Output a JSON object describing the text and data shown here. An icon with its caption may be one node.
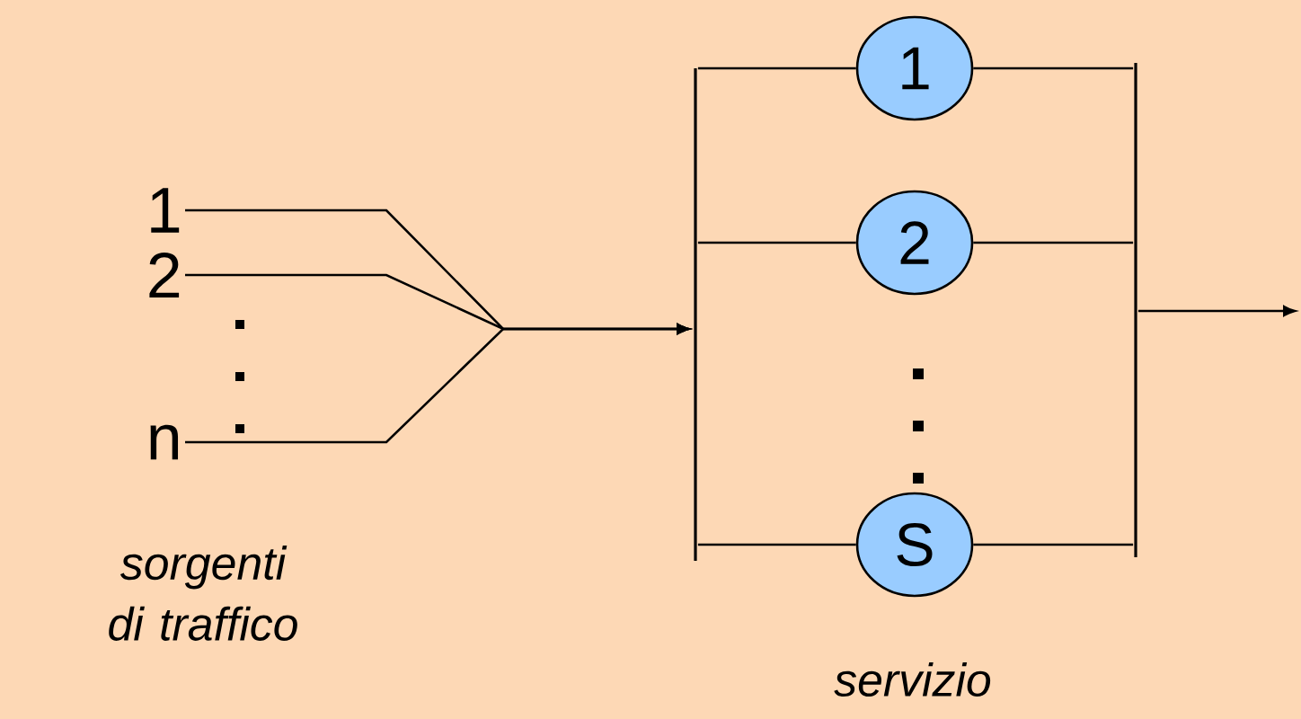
{
  "diagram": {
    "nodes": [
      {
        "text": [
          "1"
        ]
      },
      {
        "text": [
          "2"
        ]
      },
      {
        "text": [
          "n"
        ]
      },
      {
        "text": [],
        "shape": "bar"
      },
      {
        "text": [
          "1"
        ]
      },
      {
        "text": [
          "2"
        ]
      },
      {
        "text": [
          "S"
        ]
      },
      {
        "text": [],
        "shape": "bar"
      }
    ],
    "edges": [
      {
        "from": 0,
        "to": 3,
        "arrow": "to"
      },
      {
        "from": 1,
        "to": 3,
        "arrow": "to"
      },
      {
        "from": 2,
        "to": 3,
        "arrow": "to"
      },
      {
        "from": 3,
        "to": 4,
        "arrow": "none"
      },
      {
        "from": 3,
        "to": 5,
        "arrow": "none"
      },
      {
        "from": 3,
        "to": 6,
        "arrow": "none"
      },
      {
        "from": 4,
        "to": 7,
        "arrow": "none"
      },
      {
        "from": 5,
        "to": 7,
        "arrow": "none"
      },
      {
        "from": 6,
        "to": 7,
        "arrow": "none"
      },
      {
        "from": 7,
        "to": null,
        "arrow": "to"
      }
    ],
    "labels": [
      "sorgenti di traffico",
      "servizio"
    ]
  }
}
